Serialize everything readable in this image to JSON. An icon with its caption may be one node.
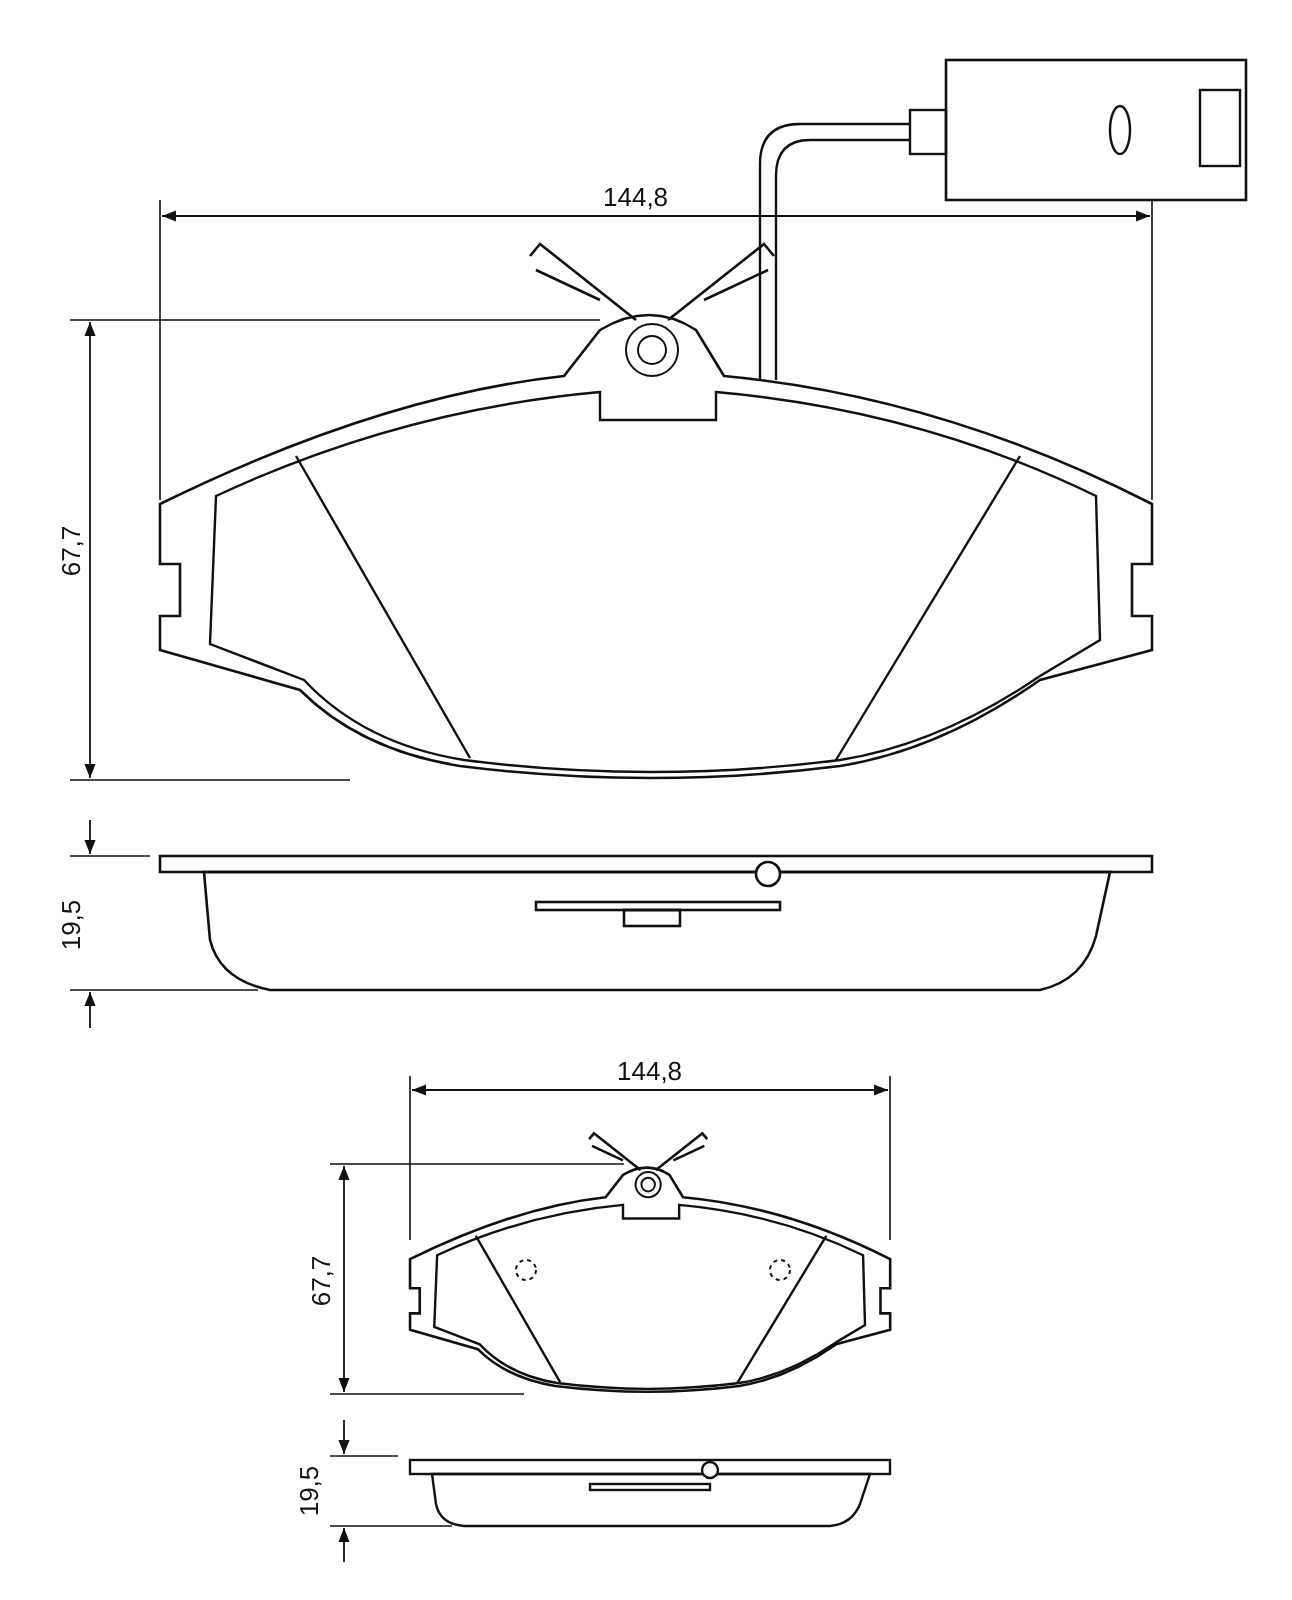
{
  "diagram": {
    "labels": [
      "144,8",
      "67,7",
      "19,5",
      "144,8",
      "67,7",
      "19,5"
    ]
  }
}
